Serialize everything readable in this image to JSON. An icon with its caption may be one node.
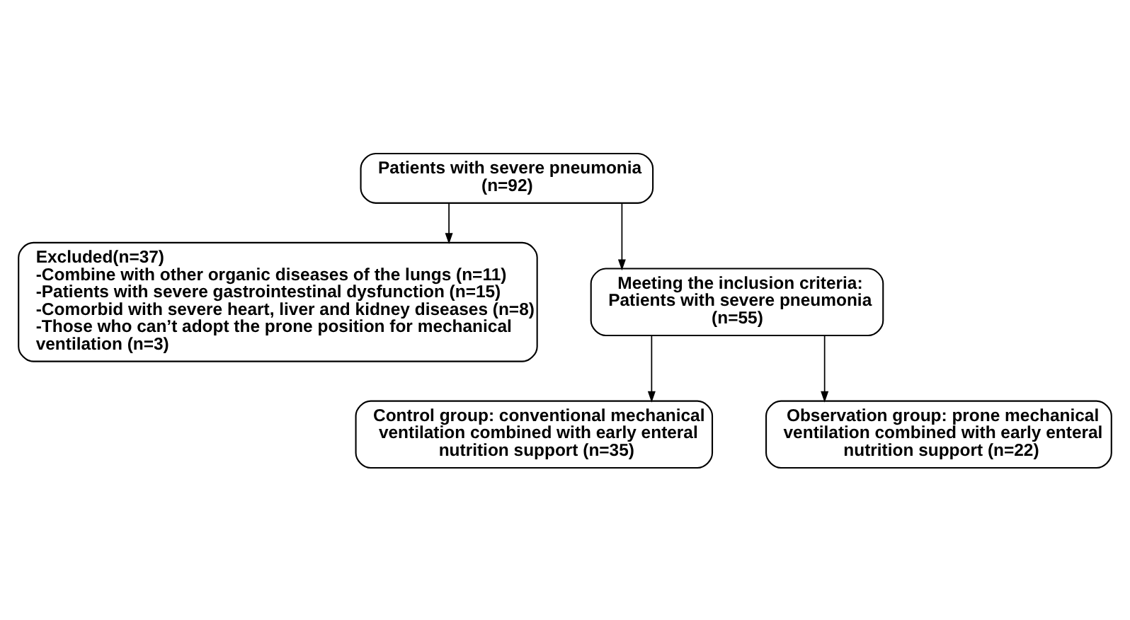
{
  "diagram": {
    "nodes": [
      {
        "text": [
          "Patients with severe pneumonia (n=92)"
        ]
      },
      {
        "text": [
          "Excluded(n=37)",
          "-Combine with other organic diseases of the lungs (n=11)",
          "-Patients with severe gastrointestinal dysfunction (n=15)",
          "-Comorbid with severe heart, liver and kidney diseases (n=8)",
          "-Those who can’t adopt the prone position for mechanical ventilation (n=3)"
        ]
      },
      {
        "text": [
          "Meeting the inclusion criteria: Patients with severe pneumonia (n=55)"
        ]
      },
      {
        "text": [
          "Control group: conventional mechanical ventilation combined with early enteral nutrition support (n=35)"
        ]
      },
      {
        "text": [
          "Observation group: prone mechanical ventilation combined with early enteral nutrition support (n=22)"
        ]
      }
    ],
    "edges": [
      {
        "from": 0,
        "to": 2,
        "arrow": "to"
      },
      {
        "from": 0,
        "to": 1,
        "arrow": "to"
      },
      {
        "from": 2,
        "to": 3,
        "arrow": "to"
      },
      {
        "from": 2,
        "to": 4,
        "arrow": "to"
      }
    ]
  }
}
